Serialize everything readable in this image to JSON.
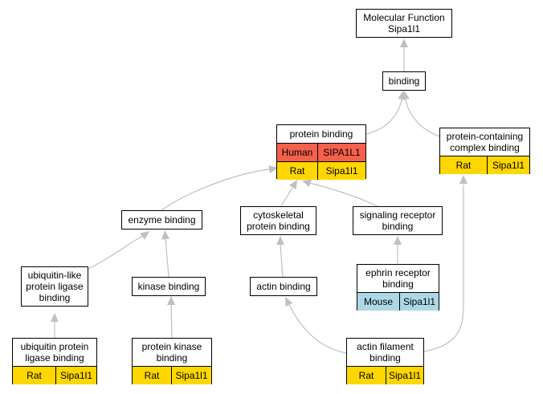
{
  "colors": {
    "human": "#f4604b",
    "rat": "#ffd700",
    "mouse": "#add8e6",
    "edge": "#c0c0c0"
  },
  "nodes": {
    "molecular_function": {
      "label": "Molecular Function\nSipa1l1"
    },
    "binding": {
      "label": "binding"
    },
    "protein_binding": {
      "label": "protein binding",
      "orthologs": [
        {
          "species": "Human",
          "gene": "SIPA1L1"
        },
        {
          "species": "Rat",
          "gene": "Sipa1l1"
        }
      ]
    },
    "protein_containing_complex_binding": {
      "label": "protein-containing\ncomplex binding",
      "orthologs": [
        {
          "species": "Rat",
          "gene": "Sipa1l1"
        }
      ]
    },
    "enzyme_binding": {
      "label": "enzyme binding"
    },
    "cytoskeletal_protein_binding": {
      "label": "cytoskeletal\nprotein binding"
    },
    "signaling_receptor_binding": {
      "label": "signaling receptor\nbinding"
    },
    "ubiquitin_like_protein_ligase_binding": {
      "label": "ubiquitin-like\nprotein ligase\nbinding"
    },
    "kinase_binding": {
      "label": "kinase binding"
    },
    "actin_binding": {
      "label": "actin binding"
    },
    "ephrin_receptor_binding": {
      "label": "ephrin receptor\nbinding",
      "orthologs": [
        {
          "species": "Mouse",
          "gene": "Sipa1l1"
        }
      ]
    },
    "ubiquitin_protein_ligase_binding": {
      "label": "ubiquitin protein\nligase binding",
      "orthologs": [
        {
          "species": "Rat",
          "gene": "Sipa1l1"
        }
      ]
    },
    "protein_kinase_binding": {
      "label": "protein kinase\nbinding",
      "orthologs": [
        {
          "species": "Rat",
          "gene": "Sipa1l1"
        }
      ]
    },
    "actin_filament_binding": {
      "label": "actin filament\nbinding",
      "orthologs": [
        {
          "species": "Rat",
          "gene": "Sipa1l1"
        }
      ]
    }
  }
}
